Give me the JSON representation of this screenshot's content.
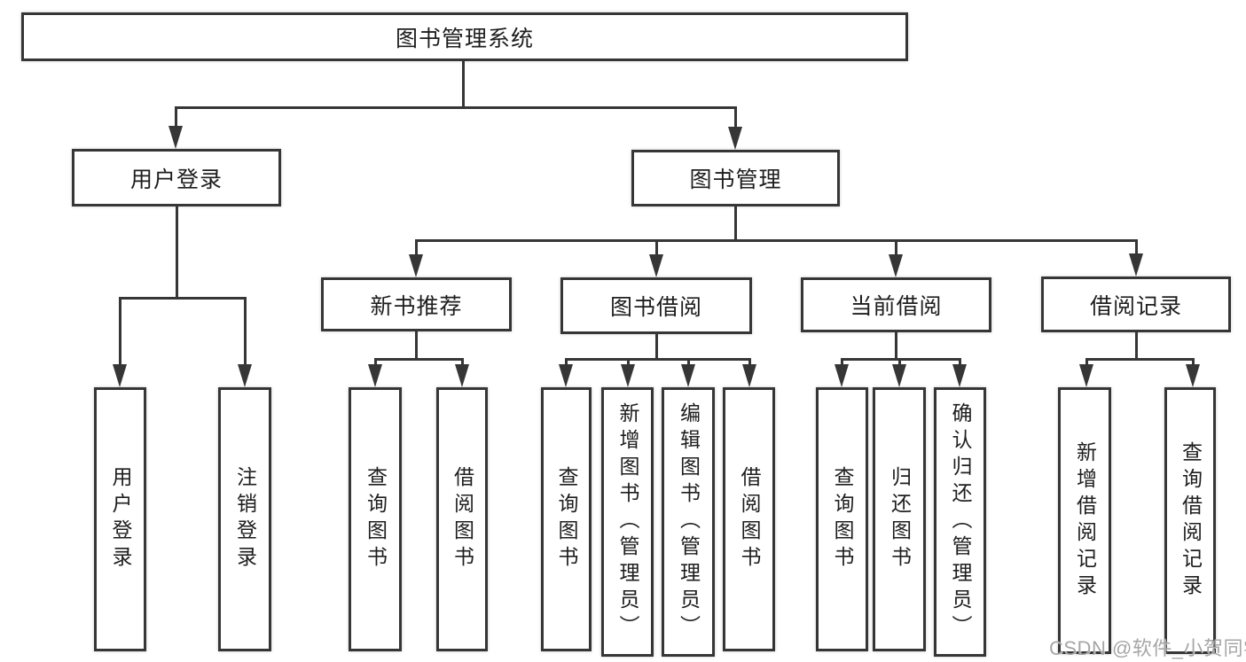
{
  "diagram": {
    "root": {
      "label": "图书管理系统"
    },
    "branches": [
      {
        "label": "用户登录",
        "children": [
          {
            "label": "用户登录"
          },
          {
            "label": "注销登录"
          }
        ]
      },
      {
        "label": "图书管理",
        "children": [
          {
            "label": "新书推荐",
            "children": [
              {
                "label": "查询图书"
              },
              {
                "label": "借阅图书"
              }
            ]
          },
          {
            "label": "图书借阅",
            "children": [
              {
                "label": "查询图书"
              },
              {
                "label": "新增图书（管理员）"
              },
              {
                "label": "编辑图书（管理员）"
              },
              {
                "label": "借阅图书"
              }
            ]
          },
          {
            "label": "当前借阅",
            "children": [
              {
                "label": "查询图书"
              },
              {
                "label": "归还图书"
              },
              {
                "label": "确认归还（管理员）"
              }
            ]
          },
          {
            "label": "借阅记录",
            "children": [
              {
                "label": "新增借阅记录"
              },
              {
                "label": "查询借阅记录"
              }
            ]
          }
        ]
      }
    ]
  },
  "watermark": {
    "text": "CSDN @软件_小贺同学"
  },
  "colors": {
    "line": "#363636",
    "text": "#1e1e1e",
    "watermark": "#a6a6a6",
    "background": "#ffffff"
  }
}
